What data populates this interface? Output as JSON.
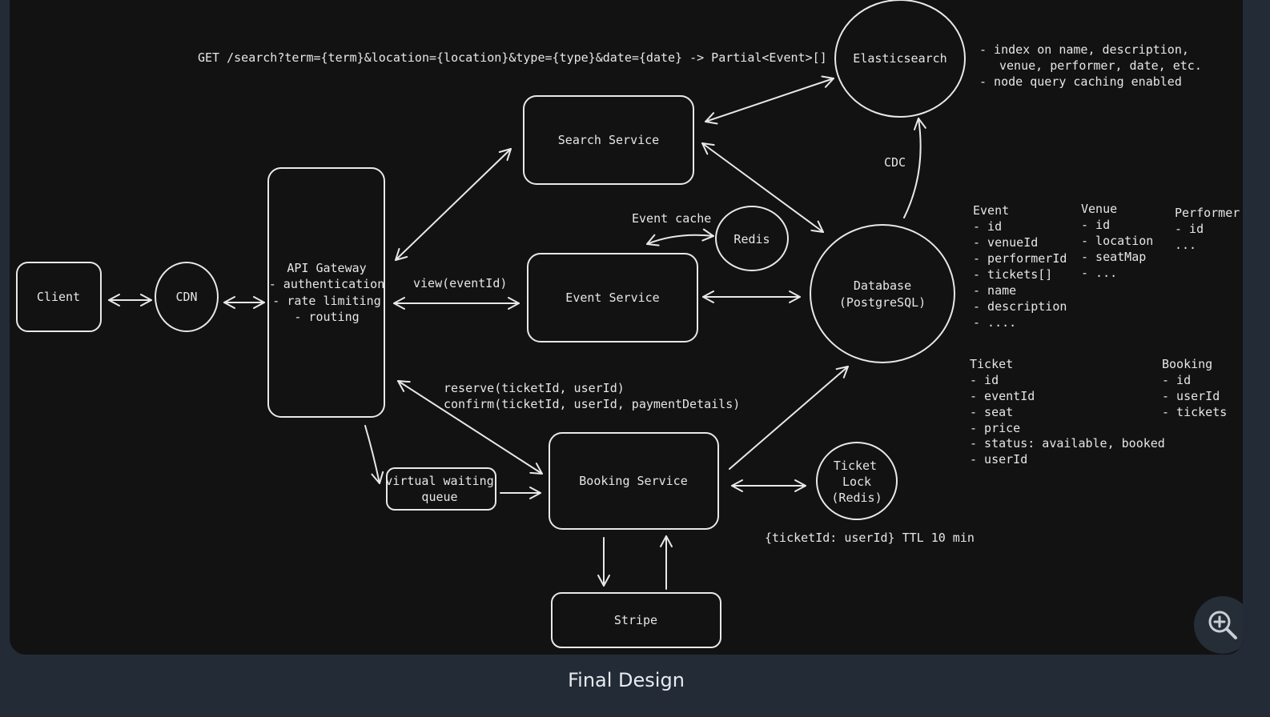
{
  "diagram": {
    "api_signature": "GET /search?term={term}&location={location}&type={type}&date={date} -> Partial<Event>[]",
    "nodes": {
      "client": "Client",
      "cdn": "CDN",
      "api_gateway": [
        "API Gateway",
        "- authentication",
        "- rate limiting",
        "- routing"
      ],
      "search_service": "Search Service",
      "event_service": "Event Service",
      "booking_service": "Booking Service",
      "virtual_queue": [
        "virtual waiting",
        "queue"
      ],
      "stripe": "Stripe",
      "redis": "Redis",
      "elasticsearch": "Elasticsearch",
      "database": [
        "Database",
        "(PostgreSQL)"
      ],
      "ticket_lock": [
        "Ticket",
        "Lock",
        "(Redis)"
      ]
    },
    "edge_labels": {
      "view": "view(eventId)",
      "reserve": "reserve(ticketId, userId)",
      "confirm": "confirm(ticketId, userId, paymentDetails)",
      "event_cache": "Event cache",
      "cdc": "CDC",
      "ttl": "{ticketId: userId} TTL 10 min"
    },
    "notes": {
      "elasticsearch": [
        "- index on name, description,",
        "venue, performer, date, etc.",
        "- node query caching enabled"
      ],
      "event": [
        "Event",
        "- id",
        "- venueId",
        "- performerId",
        "- tickets[]",
        "- name",
        "- description",
        "- ...."
      ],
      "venue": [
        "Venue",
        "- id",
        "- location",
        "- seatMap",
        "- ..."
      ],
      "performer": [
        "Performer",
        "- id",
        "..."
      ],
      "ticket": [
        "Ticket",
        "- id",
        "- eventId",
        "- seat",
        "- price",
        "- status: available, booked",
        "- userId"
      ],
      "booking": [
        "Booking",
        "- id",
        "- userId",
        "- tickets"
      ]
    }
  },
  "caption": "Final Design",
  "zoom_button": {
    "icon": "zoom-in-icon"
  }
}
